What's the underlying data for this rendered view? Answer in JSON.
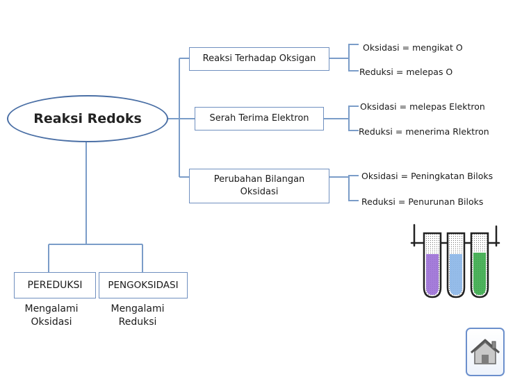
{
  "root": {
    "label": "Reaksi Redoks"
  },
  "branches": [
    {
      "label": "Reaksi Terhadap Oksigan",
      "leaves": [
        "Oksidasi = mengikat O",
        "Reduksi = melepas O"
      ]
    },
    {
      "label": "Serah Terima Elektron",
      "leaves": [
        "Oksidasi = melepas Elektron",
        "Reduksi = menerima Rlektron"
      ]
    },
    {
      "label": "Perubahan Bilangan Oksidasi",
      "leaves": [
        "Oksidasi = Peningkatan Biloks",
        "Reduksi = Penurunan Biloks"
      ]
    }
  ],
  "agents": [
    {
      "label": "PEREDUKSI",
      "note": "Mengalami Oksidasi"
    },
    {
      "label": "PENGOKSIDASI",
      "note": "Mengalami Reduksi"
    }
  ],
  "colors": {
    "connector": "#7a9cc8",
    "tube_purple": "#9b6fd6",
    "tube_blue": "#8fb8e8",
    "tube_green": "#3aaa4a",
    "home_accent": "#6b8fcc"
  },
  "icons": {
    "illustration": "test-tubes-icon",
    "nav": "home-icon"
  }
}
